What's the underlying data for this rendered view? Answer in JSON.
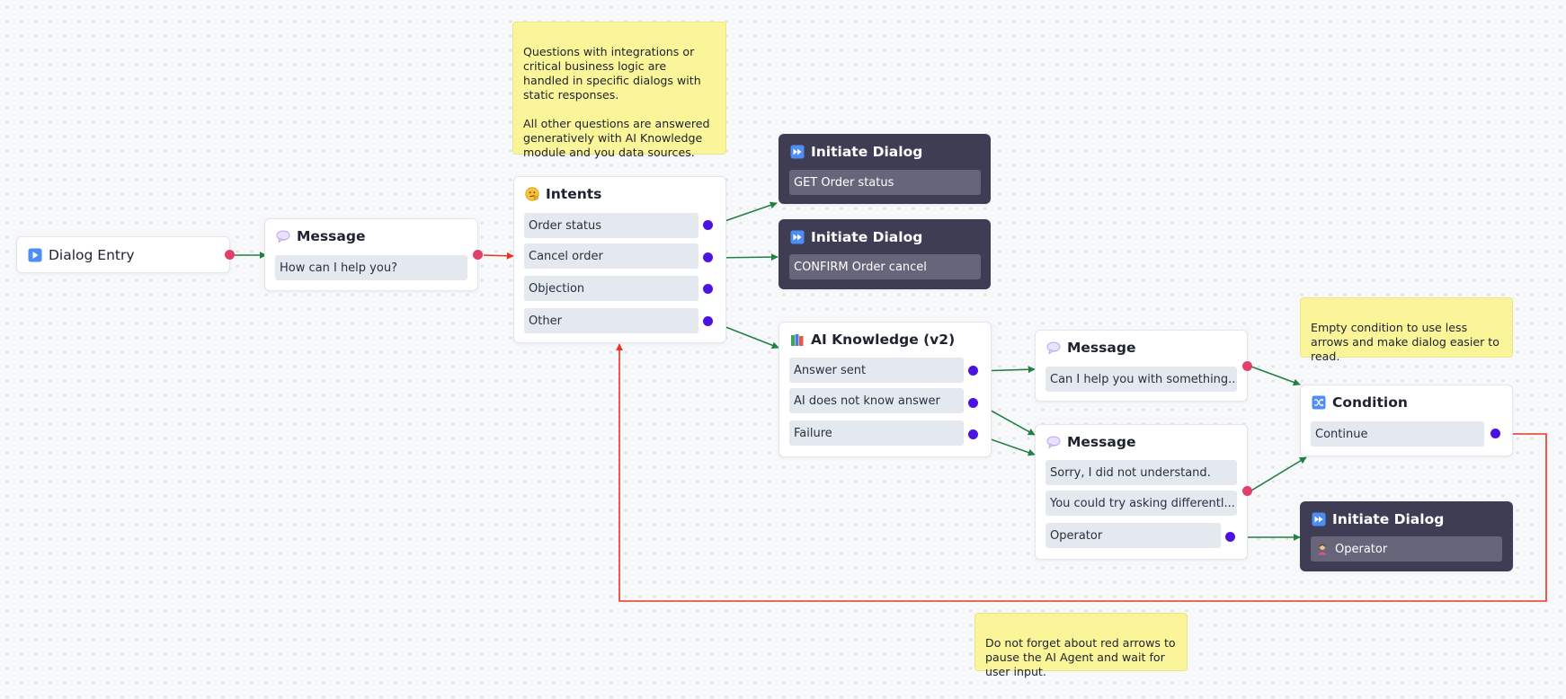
{
  "canvas": {
    "nodes": {
      "dialog_entry": {
        "title": "Dialog Entry",
        "icon": "play-icon"
      },
      "message_1": {
        "title": "Message",
        "icon": "speech-bubble-icon",
        "rows": [
          "How can I help you?"
        ]
      },
      "intents": {
        "title": "Intents",
        "icon": "thinking-face-icon",
        "rows": [
          "Order status",
          "Cancel order",
          "Objection",
          "Other"
        ]
      },
      "initiate_1": {
        "title": "Initiate Dialog",
        "icon": "fast-forward-icon",
        "rows": [
          "GET Order status"
        ]
      },
      "initiate_2": {
        "title": "Initiate Dialog",
        "icon": "fast-forward-icon",
        "rows": [
          "CONFIRM Order cancel"
        ]
      },
      "ai_knowledge": {
        "title": "AI Knowledge (v2)",
        "icon": "books-icon",
        "rows": [
          "Answer sent",
          "AI does not know answer",
          "Failure"
        ]
      },
      "message_2": {
        "title": "Message",
        "icon": "speech-bubble-icon",
        "rows": [
          "Can I help you with something..."
        ]
      },
      "message_3": {
        "title": "Message",
        "icon": "speech-bubble-icon",
        "rows": [
          "Sorry, I did not understand.",
          "You could try asking differentl...",
          "Operator"
        ]
      },
      "condition": {
        "title": "Condition",
        "icon": "shuffle-icon",
        "rows": [
          "Continue"
        ]
      },
      "initiate_3": {
        "title": "Initiate Dialog",
        "icon": "fast-forward-icon",
        "rows": [
          "Operator"
        ],
        "row_icon": "operator-person-icon"
      }
    },
    "notes": {
      "top": "Questions with integrations or\ncritical business logic are\nhandled in specific dialogs with\nstatic responses.\n\nAll other questions are answered\ngeneratively with AI Knowledge\nmodule and you data sources.",
      "condition": "Empty condition to use less\narrows and make dialog easier to\nread.",
      "bottom": "Do not forget about red arrows to\npause the AI Agent and wait for\nuser input."
    },
    "colors": {
      "flow_arrow": "#238043",
      "pause_arrow": "#ea3323",
      "output_port": "#4b12e2",
      "message_port": "#e0406c",
      "dark_node": "#3f3d54",
      "note_background": "#fbf59a"
    }
  }
}
